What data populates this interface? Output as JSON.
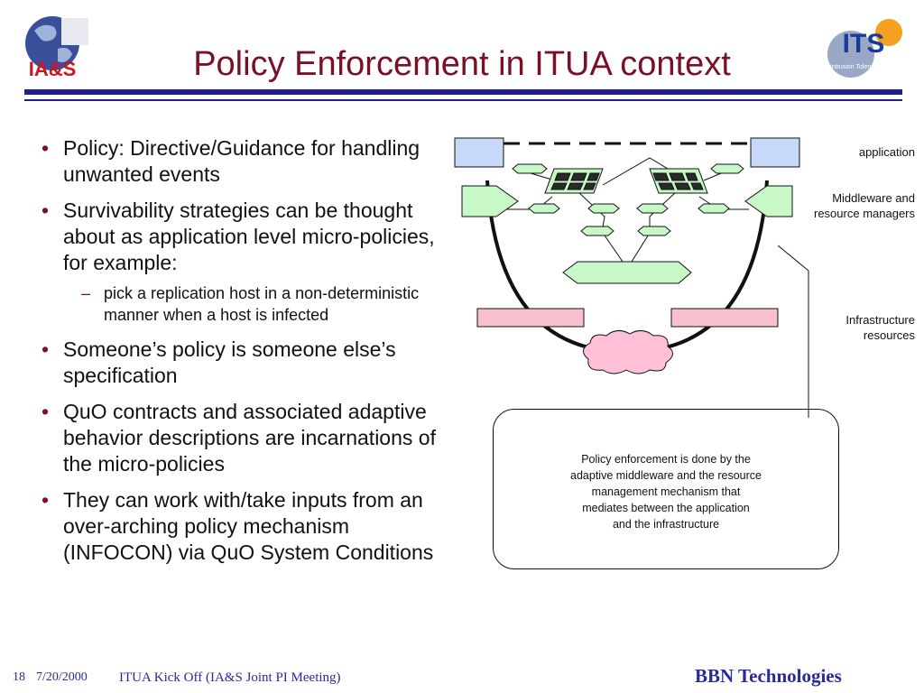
{
  "slide": {
    "title": "Policy Enforcement in ITUA context",
    "logo_left_text": "IA&S",
    "logo_right_text": "ITS",
    "logo_right_subtext": "Intrusion Tolerant Systems"
  },
  "bullets": [
    {
      "text": "Policy: Directive/Guidance for handling unwanted events"
    },
    {
      "text": "Survivability strategies can be thought about as application level micro-policies, for example:",
      "sub": "pick a replication host in a non-deterministic manner when a host is infected"
    },
    {
      "text": "Someone’s policy is someone else’s specification"
    },
    {
      "text": "QuO contracts and associated adaptive behavior descriptions are  incarnations of the micro-policies"
    },
    {
      "text": "They can work with/take inputs from an over-arching policy mechanism (INFOCON) via QuO System Conditions"
    }
  ],
  "diagram": {
    "label_application": "application",
    "label_middleware_1": "Middleware and",
    "label_middleware_2": "resource managers",
    "label_infra_1": "Infrastructure",
    "label_infra_2": "resources",
    "callout_lines": [
      "Policy enforcement is done by the",
      "adaptive middleware and the resource",
      "management mechanism that",
      "mediates between the application",
      "and the infrastructure"
    ],
    "colors": {
      "application_box": "#c8d8f8",
      "middleware": "#c8f8c8",
      "infrastructure": "#f8c0cc",
      "network_cloud": "#ffc0d8"
    }
  },
  "footer": {
    "page_number": "18",
    "date": "7/20/2000",
    "event": "ITUA Kick Off (IA&S Joint PI Meeting)",
    "brand": "BBN Technologies"
  }
}
